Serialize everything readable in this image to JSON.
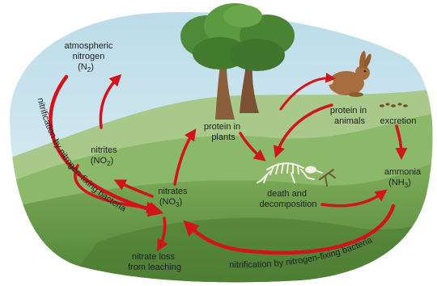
{
  "labels": {
    "atmospheric_nitrogen": [
      "atmospheric",
      "nitrogen",
      "(N",
      "2",
      ")"
    ],
    "nitrites": [
      "nitrites",
      "(NO",
      "2",
      ")"
    ],
    "nitrates": [
      "nitrates",
      "(NO",
      "3",
      ")"
    ],
    "nitrate_loss": [
      "nitrate loss",
      "from leaching"
    ],
    "protein_plants": [
      "protein in",
      "plants"
    ],
    "protein_animals": [
      "protein in",
      "animals"
    ],
    "excretion": "excretion",
    "death": [
      "death and",
      "decomposition"
    ],
    "ammonia": [
      "ammonia",
      "(NH",
      "3",
      ")"
    ],
    "curved_left": "nitrification by nitrogen-fixing bacteria",
    "curved_bottom": "nitrification by nitrogen-fixing bacteria"
  },
  "colors": {
    "arrow": "#d4121b",
    "sky_top": "#b9dbe8",
    "sky_bottom": "#e4f1f5",
    "hill_back": "#a9c88a",
    "hill_mid": "#8db66a",
    "hill_front": "#5e9140",
    "foliage": "#4f8a38",
    "trunk": "#8a5d3b",
    "rabbit": "#a86d3c"
  }
}
